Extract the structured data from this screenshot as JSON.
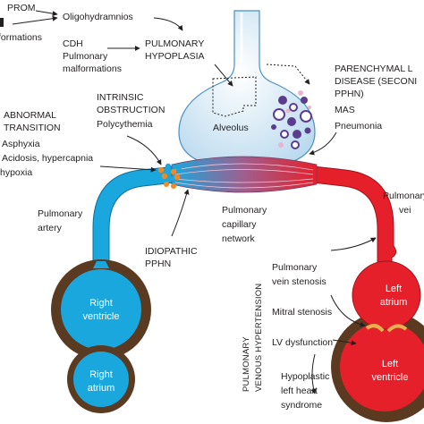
{
  "labels": {
    "prom": "PROM",
    "oligohydramnios": "Oligohydramnios",
    "malformations_partial": "formations",
    "cdh": "CDH",
    "pulmonary": "Pulmonary",
    "malformations": "malformations",
    "pulmonary_hypoplasia_1": "PULMONARY",
    "pulmonary_hypoplasia_2": "HYPOPLASIA",
    "parenchymal_1": "PARENCHYMAL L",
    "parenchymal_2": "DISEASE (SECONI",
    "parenchymal_3": "PPHN)",
    "mas": "MAS",
    "pneumonia": "Pneumonia",
    "abnormal_1": "ABNORMAL",
    "abnormal_2": "TRANSITION",
    "asphyxia": "Asphyxia",
    "acidosis": "Acidosis, hypercapnia",
    "hypoxia": "hypoxia",
    "intrinsic_1": "INTRINSIC",
    "intrinsic_2": "OBSTRUCTION",
    "polycythemia": "Polycythemia",
    "alveolus": "Alveolus",
    "pulmonary_artery_1": "Pulmonary",
    "pulmonary_artery_2": "artery",
    "capillary_1": "Pulmonary",
    "capillary_2": "capillary",
    "capillary_3": "network",
    "idiopathic_1": "IDIOPATHIC",
    "idiopathic_2": "PPHN",
    "pulmonary_vein_1": "Pulmonary",
    "pulmonary_vein_2": "vei",
    "vein_stenosis_1": "Pulmonary",
    "vein_stenosis_2": "vein stenosis",
    "pvh_1": "PULMONARY",
    "pvh_2": "VENOUS HYPERTENSION",
    "mitral_stenosis": "Mitral stenosis",
    "lv_dysfunction": "LV dysfunction",
    "hypoplastic_1": "Hypoplastic",
    "hypoplastic_2": "left heart",
    "hypoplastic_3": "syndrome",
    "right_ventricle_1": "Right",
    "right_ventricle_2": "ventricle",
    "right_atrium_1": "Right",
    "right_atrium_2": "atrium",
    "left_atrium_1": "Left",
    "left_atrium_2": "atrium",
    "left_ventricle_1": "Left",
    "left_ventricle_2": "ventricle"
  },
  "colors": {
    "artery_blue": "#1aa7de",
    "vein_red": "#e5202a",
    "alveolus_fill": "#d8ecf7",
    "myocardium": "#5b3a22",
    "text": "#231f20"
  }
}
